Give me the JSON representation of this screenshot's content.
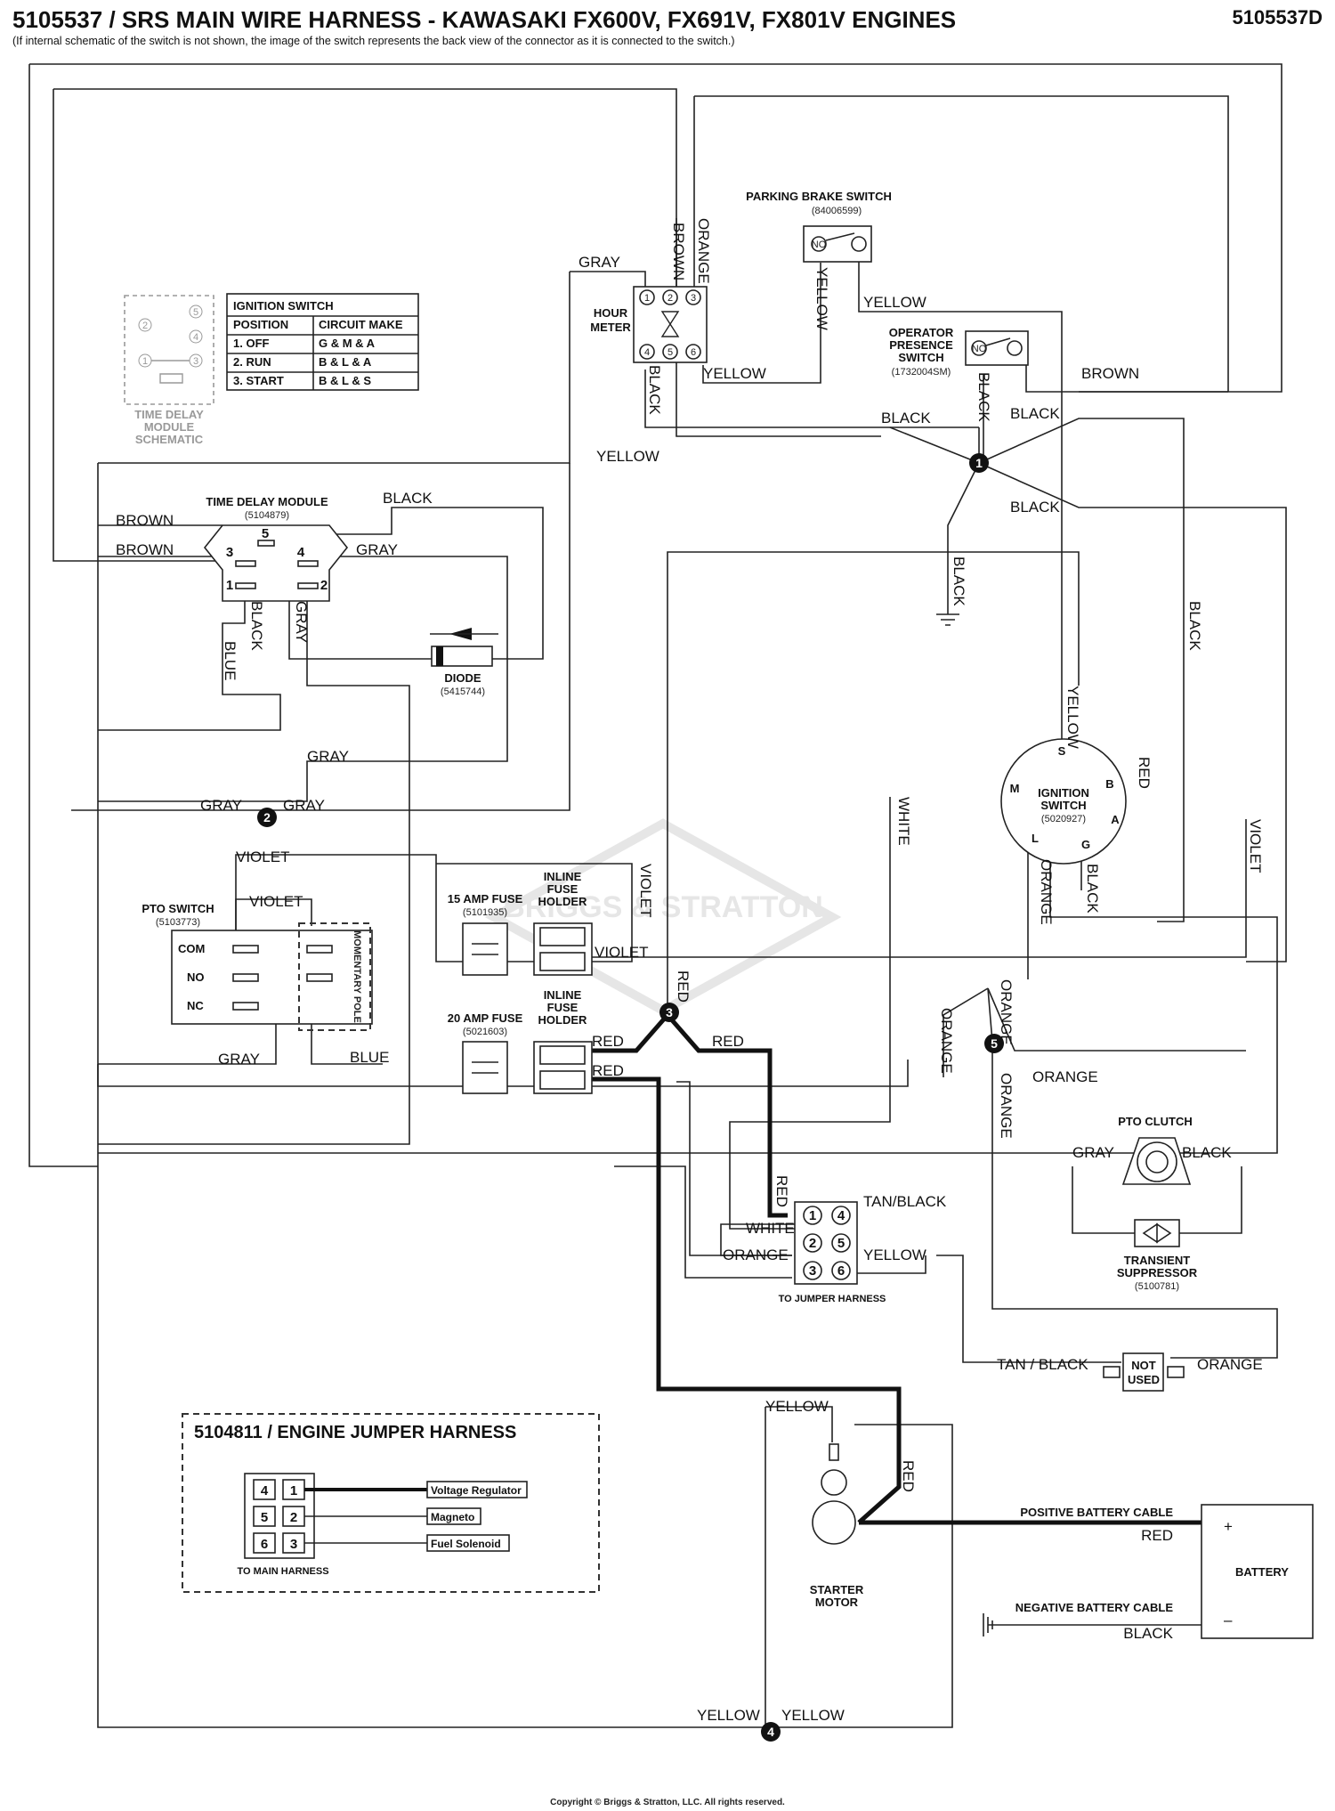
{
  "header": {
    "title": "5105537 / SRS MAIN WIRE HARNESS - KAWASAKI FX600V, FX691V, FX801V ENGINES",
    "doc_number": "5105537D",
    "subtitle": "(If internal schematic of the switch is not shown, the image of the switch represents the back view of the connector as it is connected to the switch.)"
  },
  "components": {
    "parking_brake": {
      "name": "PARKING BRAKE  SWITCH",
      "part": "(84006599)",
      "contact": "NO"
    },
    "hour_meter": {
      "name_1": "HOUR",
      "name_2": "METER",
      "pins": [
        "1",
        "2",
        "3",
        "4",
        "5",
        "6"
      ]
    },
    "operator_presence": {
      "line1": "OPERATOR",
      "line2": "PRESENCE",
      "line3": "SWITCH",
      "part": "(1732004SM)",
      "contact": "NO"
    },
    "ignition_table": {
      "title": "IGNITION SWITCH",
      "headers": [
        "POSITION",
        "CIRCUIT MAKE"
      ],
      "rows": [
        [
          "1. OFF",
          "G & M & A"
        ],
        [
          "2. RUN",
          "B & L & A"
        ],
        [
          "3. START",
          "B & L & S"
        ]
      ]
    },
    "tdm_schematic": {
      "line1": "TIME DELAY",
      "line2": "MODULE",
      "line3": "SCHEMATIC",
      "pins": [
        "1",
        "2",
        "3",
        "4",
        "5"
      ]
    },
    "time_delay_module": {
      "name": "TIME DELAY MODULE",
      "part": "(5104879)",
      "pins": [
        "1",
        "2",
        "3",
        "4",
        "5"
      ]
    },
    "diode": {
      "name": "DIODE",
      "part": "(5415744)"
    },
    "ignition_switch": {
      "line1": "IGNITION",
      "line2": "SWITCH",
      "part": "(5020927)",
      "terminals": [
        "S",
        "B",
        "M",
        "A",
        "L",
        "G"
      ]
    },
    "pto_switch": {
      "name": "PTO SWITCH",
      "part": "(5103773)",
      "positions": [
        "COM",
        "NO",
        "NC"
      ],
      "pole": "MOMENTARY POLE"
    },
    "fuse15": {
      "name": "15 AMP FUSE",
      "part": "(5101935)"
    },
    "fuse20": {
      "name": "20 AMP FUSE",
      "part": "(5021603)"
    },
    "inline_holder": {
      "line1": "INLINE",
      "line2": "FUSE",
      "line3": "HOLDER"
    },
    "pto_clutch": {
      "name": "PTO CLUTCH"
    },
    "transient": {
      "line1": "TRANSIENT",
      "line2": "SUPPRESSOR",
      "part": "(5100781)"
    },
    "jumper_conn": {
      "caption": "TO JUMPER HARNESS",
      "pins": [
        "1",
        "4",
        "2",
        "5",
        "3",
        "6"
      ]
    },
    "not_used": {
      "line1": "NOT",
      "line2": "USED"
    },
    "starter": {
      "line1": "STARTER",
      "line2": "MOTOR"
    },
    "battery": {
      "name": "BATTERY",
      "plus": "+",
      "minus": "–",
      "positive_cable": "POSITIVE BATTERY CABLE",
      "negative_cable": "NEGATIVE BATTERY CABLE"
    },
    "engine_jumper": {
      "title": "5104811 / ENGINE JUMPER HARNESS",
      "caption": "TO MAIN HARNESS",
      "pins": [
        "4",
        "1",
        "5",
        "2",
        "6",
        "3"
      ],
      "labels": [
        "Voltage Regulator",
        "Magneto",
        "Fuel Solenoid"
      ]
    }
  },
  "nodes": [
    "1",
    "2",
    "3",
    "4",
    "5"
  ],
  "wires": {
    "gray": "GRAY",
    "brown": "BROWN",
    "orange": "ORANGE",
    "yellow": "YELLOW",
    "black": "BLACK",
    "blue": "BLUE",
    "violet": "VIOLET",
    "white": "WHITE",
    "red": "RED",
    "tan_black": "TAN/BLACK",
    "tan_black_spaced": "TAN / BLACK"
  },
  "watermark": "BRIGGS & STRATTON",
  "footer": "Copyright © Briggs & Stratton, LLC. All rights reserved."
}
